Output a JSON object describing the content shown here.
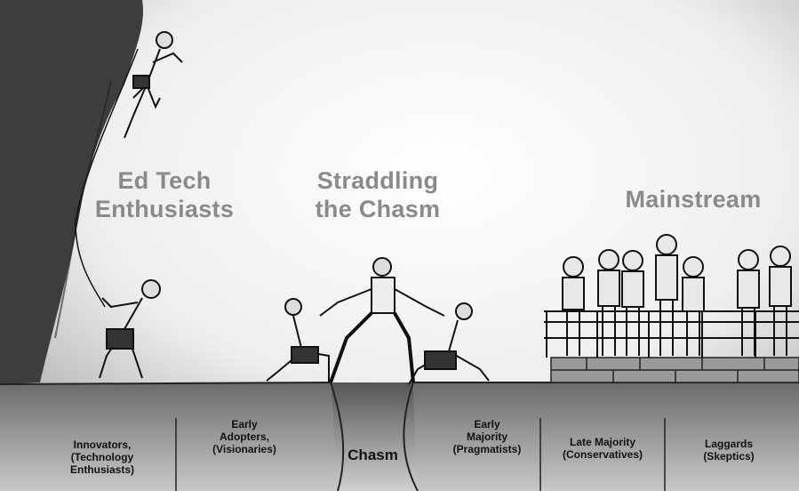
{
  "headings": {
    "enthusiasts": "Ed Tech\nEnthusiasts",
    "straddling": "Straddling\nthe Chasm",
    "mainstream": "Mainstream"
  },
  "segments": {
    "innovators": "Innovators,\n(Technology\nEnthusiasts)",
    "early_adopters": "Early\nAdopters,\n(Visionaries)",
    "chasm": "Chasm",
    "early_majority": "Early\nMajority\n(Pragmatists)",
    "late_majority": "Late Majority\n(Conservatives)",
    "laggards": "Laggards\n(Skeptics)"
  },
  "colors": {
    "cliff": "#3a3a3a",
    "ground": "#5a5a5a",
    "sky": "#f4f4f4",
    "heading_text": "#8a8a8a"
  },
  "icons": [
    "climber-figure",
    "belayer-figure",
    "bridge-figures",
    "crowd-figures",
    "railing",
    "stone-wall"
  ]
}
